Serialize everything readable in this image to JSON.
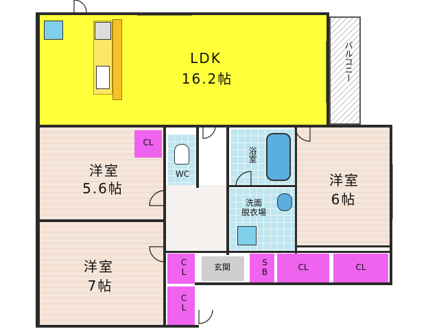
{
  "rooms": {
    "ldk": {
      "name": "LDK",
      "size": "16.2帖"
    },
    "balcony": {
      "name": "バルコニー"
    },
    "western_room_a": {
      "name": "洋室",
      "size": "5.6帖"
    },
    "western_room_b": {
      "name": "洋室",
      "size": "6帖"
    },
    "western_room_c": {
      "name": "洋室",
      "size": "7帖"
    },
    "wc": {
      "name": "WC"
    },
    "bath": {
      "name": "浴室"
    },
    "washroom": {
      "name": "洗面\n脱衣場"
    },
    "entrance": {
      "name": "玄関"
    },
    "shoe_box": {
      "name": "SB"
    }
  },
  "closets": {
    "cl_1": "CL",
    "cl_2": "CL",
    "cl_3": "CL",
    "cl_4": "CL",
    "cl_5": "CL"
  },
  "colors": {
    "ldk": "#ffff3a",
    "closet": "#ef63ef",
    "bath_floor": "#bfe6ef",
    "wood_floor": "#f6e6da",
    "wall": "#2a2a2a"
  }
}
